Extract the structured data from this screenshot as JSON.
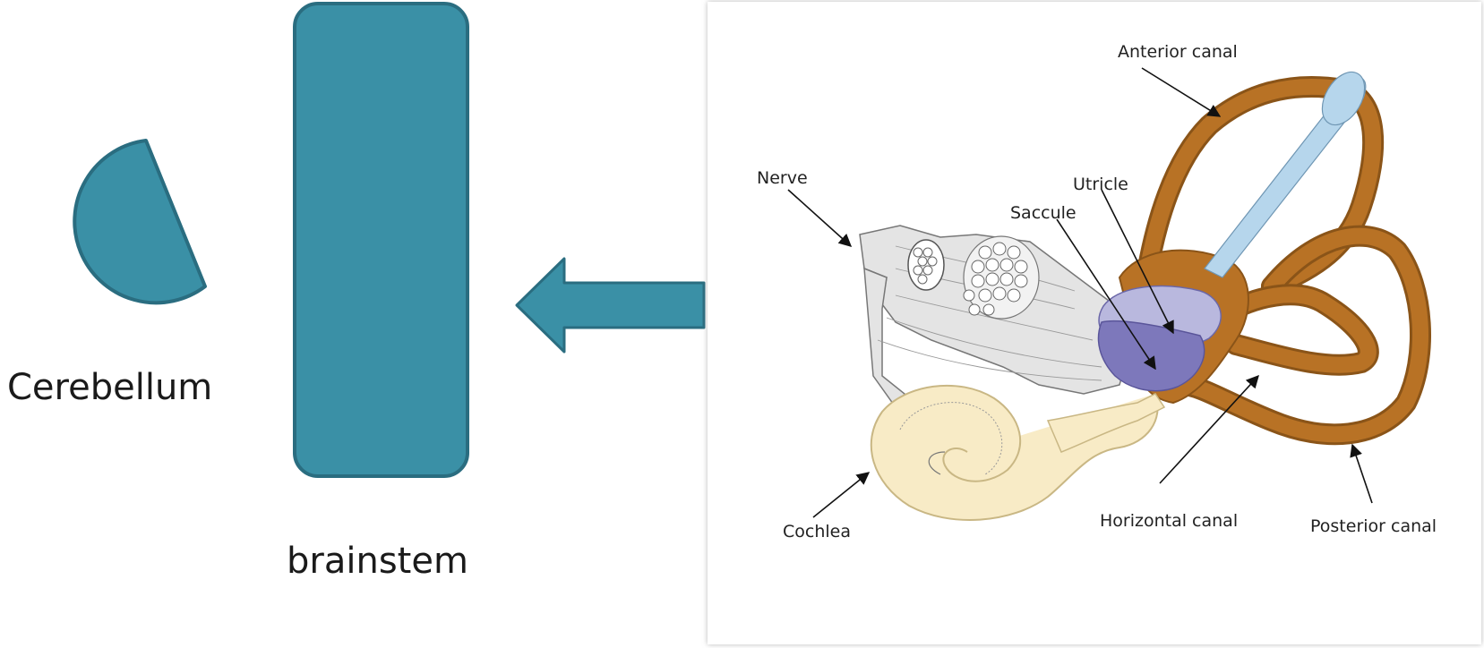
{
  "colors": {
    "teal": "#3a90a6",
    "teal_stroke": "#2a6d80",
    "canal_brown": "#b87225",
    "canal_dark": "#8a5418",
    "utricle_lavender": "#b9b8de",
    "saccule_purple": "#7d78bb",
    "cochlea_cream": "#f8ebc6",
    "cochlea_stroke": "#c9b784",
    "nerve_gray": "#e4e4e4",
    "endolymph_blue": "#b6d6ec"
  },
  "left": {
    "cerebellum_label": "Cerebellum",
    "brainstem_label": "brainstem"
  },
  "arrow": {
    "direction": "left"
  },
  "ear_diagram": {
    "labels": {
      "anterior_canal": "Anterior canal",
      "nerve": "Nerve",
      "utricle": "Utricle",
      "saccule": "Saccule",
      "cochlea": "Cochlea",
      "horizontal_canal": "Horizontal canal",
      "posterior_canal": "Posterior canal"
    }
  }
}
